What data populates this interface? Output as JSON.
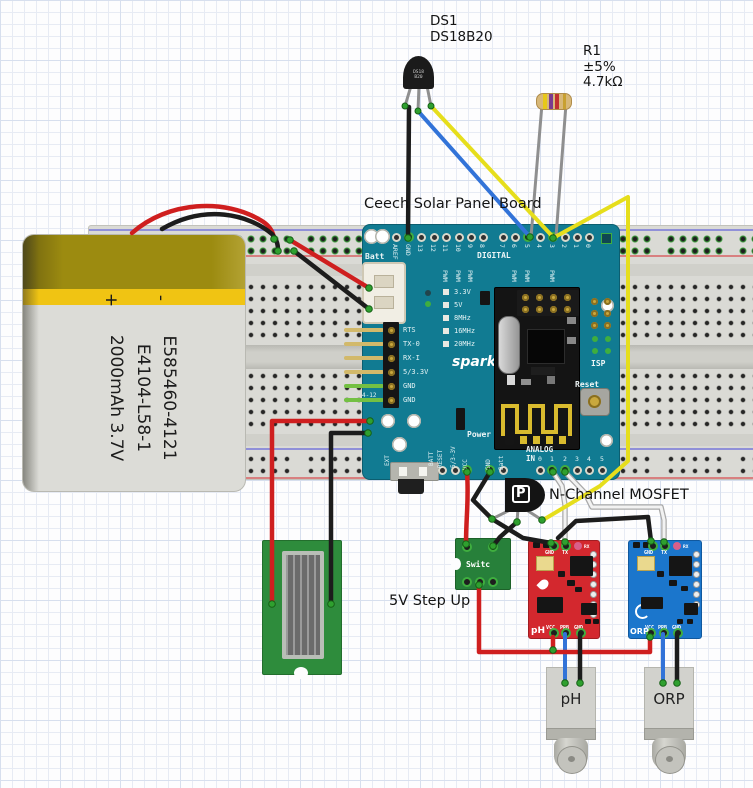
{
  "labels": {
    "ds1": "DS1",
    "ds18b20": "DS18B20",
    "r1": "R1",
    "r1_tol": "±5%",
    "r1_val": "4.7kΩ",
    "board_title": "Ceech Solar Panel Board",
    "mosfet": "N-Channel MOSFET",
    "stepup": "5V Step Up"
  },
  "battery": {
    "line1": "E585460-4121",
    "line2": "E4104-L58-1",
    "line3": "2000mAh 3.7V",
    "plus": "+",
    "minus": "-"
  },
  "board": {
    "batt": "Batt",
    "digital": "DIGITAL",
    "pwm": "PWM",
    "top_pins": [
      "AREF",
      "GND",
      "13",
      "12",
      "11",
      "10",
      "9",
      "8",
      "7",
      "6",
      "5",
      "4",
      "3",
      "2",
      "1",
      "0"
    ],
    "ftdi": [
      "RTS",
      "TX-0",
      "RX-I",
      "5/3.3V",
      "GND",
      "GND"
    ],
    "jumpers": [
      "3.3V",
      "5V",
      "8MHz",
      "16MHz",
      "20MHz"
    ],
    "logo": "sparkfun",
    "isp": "ISP",
    "reset": "Reset",
    "power": "Power",
    "bottom_pins": [
      "RESET",
      "5/3-3V",
      "VCC",
      "GND",
      "Batt"
    ],
    "analog_label": "ANALOG IN",
    "analog_pins": [
      "0",
      "1",
      "2",
      "3",
      "4",
      "5"
    ],
    "input": "4-12",
    "ext": "EXT",
    "batt_sw": "BATT"
  },
  "sensor": {
    "chip_line1": "DS18",
    "chip_line2": "B20"
  },
  "mosfet": {
    "logo": "P"
  },
  "stepup_board": {
    "text": "Switc"
  },
  "ph": {
    "gnd": "GND",
    "tx": "TX",
    "rx": "RX",
    "vcc": "VCC",
    "prb": "PRB",
    "name": "pH"
  },
  "orp": {
    "gnd": "GND",
    "tx": "TX",
    "rx": "RX",
    "vcc": "VCC",
    "prb": "PRB",
    "name": "ORP"
  },
  "bnc": {
    "ph": "pH",
    "orp": "ORP"
  },
  "colors": {
    "board_teal": "#117b92",
    "ph_red": "#d3282e",
    "orp_blue": "#1b76cc",
    "wire_red": "#cf1f1f",
    "wire_black": "#1c1c1c",
    "wire_yellow": "#e6de1c",
    "wire_blue": "#3273d8",
    "wire_white": "#f2f2f2",
    "terminal_green": "#2fa02f"
  }
}
